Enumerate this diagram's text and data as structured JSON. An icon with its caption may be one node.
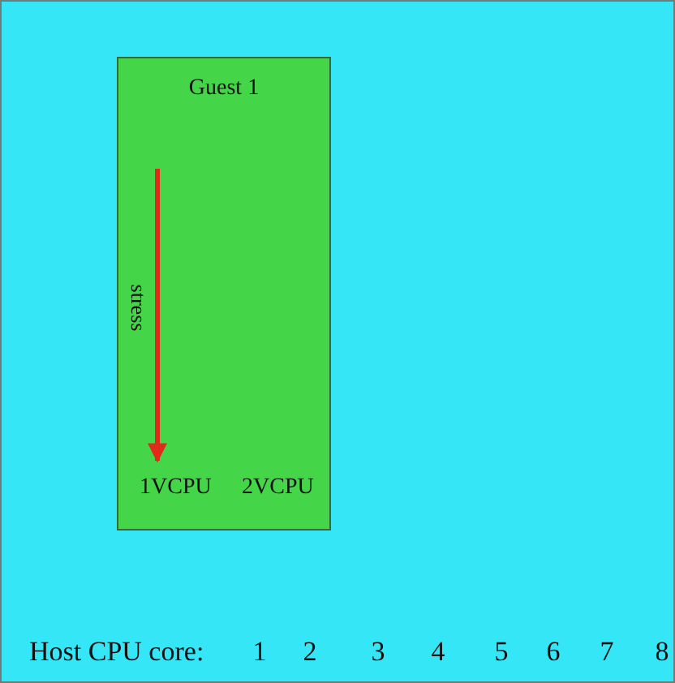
{
  "diagram": {
    "nodes": [
      {
        "text": [
          "Host CPU core:"
        ]
      },
      {
        "text": [
          "Guest 1"
        ],
        "in": 0
      },
      {
        "text": [
          "1VCPU"
        ],
        "in": 1
      },
      {
        "text": [
          "2VCPU"
        ],
        "in": 1
      }
    ],
    "edges": [
      {
        "from": null,
        "to": 2,
        "arrow": "to",
        "label": "stress",
        "color": "#e02a1a"
      }
    ],
    "labels": [
      "1",
      "2",
      "3",
      "4",
      "5",
      "6",
      "7",
      "8"
    ]
  }
}
